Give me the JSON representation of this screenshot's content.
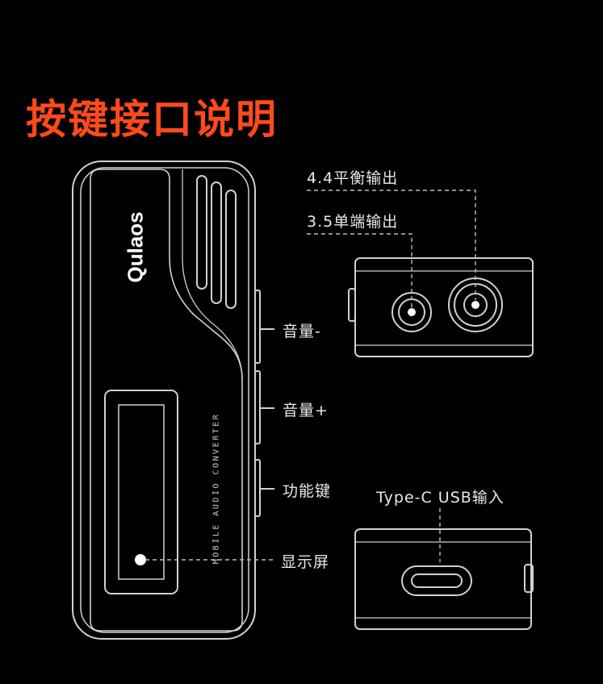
{
  "title": "按键接口说明",
  "brand": "Qulaos",
  "device_text": "MOBILE AUDIO CONVERTER",
  "callouts": {
    "balanced_out": "4.4平衡输出",
    "single_out": "3.5单端输出",
    "vol_down": "音量-",
    "vol_up": "音量+",
    "function_key": "功能键",
    "display": "显示屏",
    "usb_in": "Type-C USB输入"
  },
  "colors": {
    "accent": "#ff4a1c",
    "line": "#bdbdbd",
    "background": "#000000"
  }
}
